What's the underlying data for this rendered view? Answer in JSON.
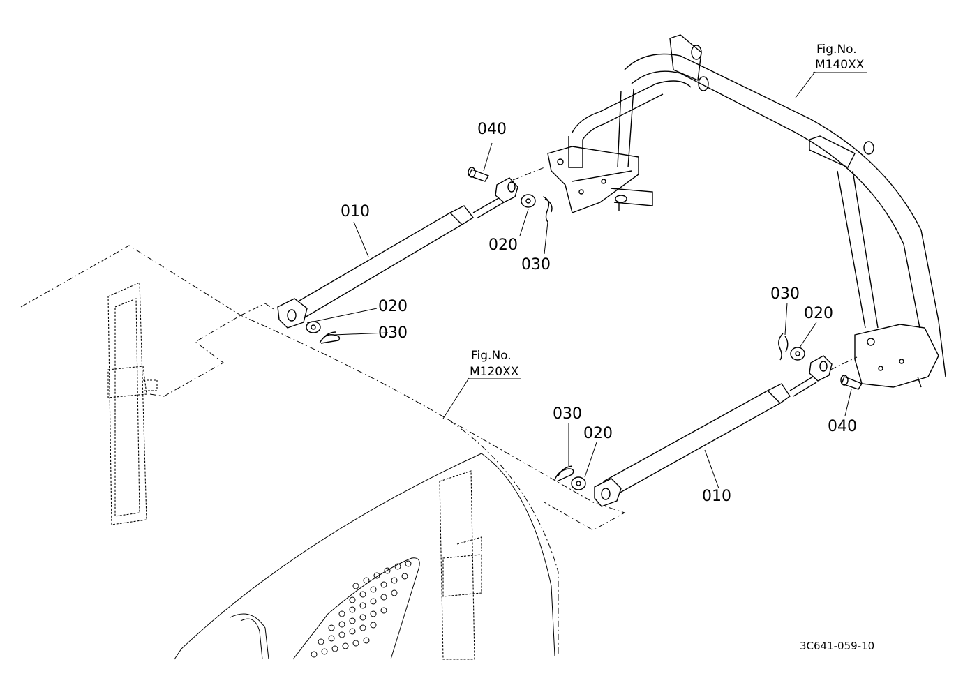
{
  "labels": {
    "part_010": "010",
    "part_020": "020",
    "part_030": "030",
    "part_040": "040"
  },
  "fig_refs": {
    "roll_bar": {
      "title": "Fig.No.",
      "number": "M140XX"
    },
    "body": {
      "title": "Fig.No.",
      "number": "M120XX"
    }
  },
  "drawing_code": "3C641-059-10"
}
